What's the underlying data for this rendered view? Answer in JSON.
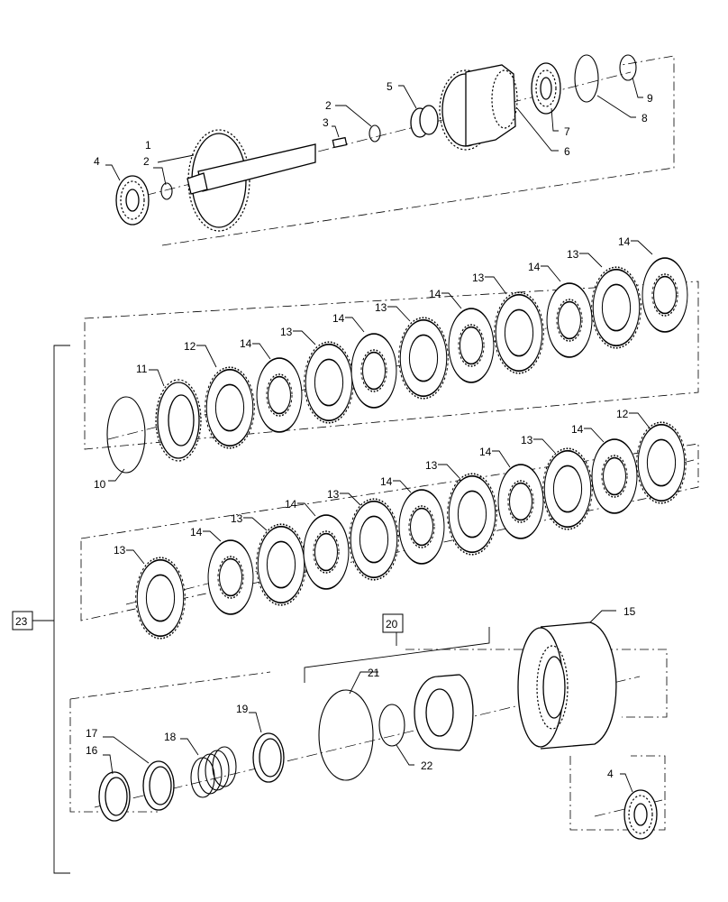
{
  "diagram": {
    "callouts": {
      "shaft_gear": "1",
      "snap_ring": "2",
      "pin": "3",
      "bearing": "4",
      "needle_bearing": "5",
      "drum_gear": "6",
      "ball_bearing": "7",
      "retaining_ring_large": "8",
      "retaining_ring_small": "9",
      "snap_ring_clutch": "10",
      "end_plate": "11",
      "thick_separator": "12",
      "separator_plate": "13",
      "friction_plate": "14",
      "clutch_housing": "15",
      "seal_ring": "16",
      "washer": "17",
      "spring": "18",
      "retainer": "19",
      "piston_assembly": "20",
      "o_ring_large": "21",
      "o_ring_small": "22",
      "clutch_pack_assembly": "23"
    }
  }
}
